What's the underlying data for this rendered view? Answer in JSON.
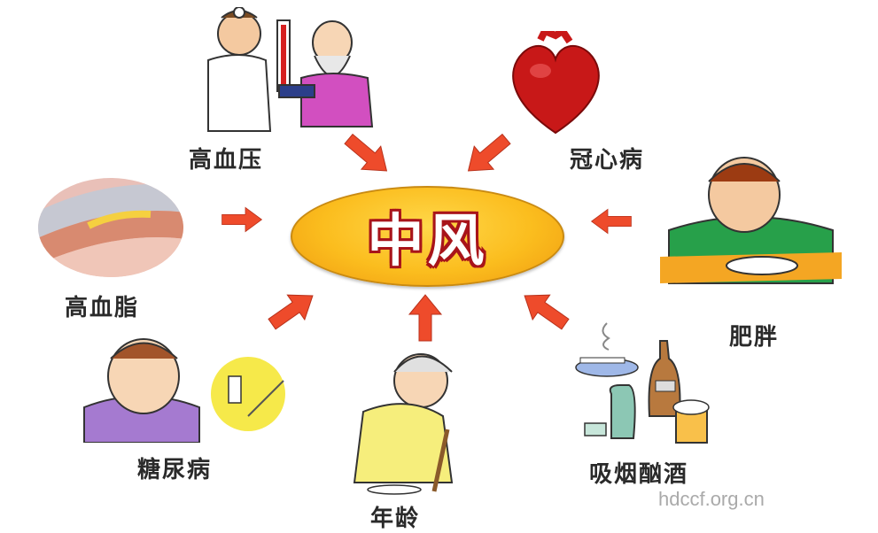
{
  "diagram": {
    "center": {
      "label": "中风",
      "fill": "#fbbd1e",
      "text_outline": "#a8141a"
    },
    "arrow_color": "#ee4b2b",
    "factors": [
      {
        "id": "hypertension",
        "label": "高血压",
        "illustration": "doctor-measuring-blood-pressure"
      },
      {
        "id": "coronary",
        "label": "冠心病",
        "illustration": "heart"
      },
      {
        "id": "hyperlipidemia",
        "label": "高血脂",
        "illustration": "clogged-artery"
      },
      {
        "id": "obesity",
        "label": "肥胖",
        "illustration": "overweight-man-eating"
      },
      {
        "id": "diabetes",
        "label": "糖尿病",
        "illustration": "child-with-insulin-syringe"
      },
      {
        "id": "age",
        "label": "年龄",
        "illustration": "elderly-woman-with-cane"
      },
      {
        "id": "smoking-drinking",
        "label": "吸烟酗酒",
        "illustration": "cigarette-and-alcohol-bottles"
      }
    ]
  },
  "watermark": "hdccf.org.cn"
}
